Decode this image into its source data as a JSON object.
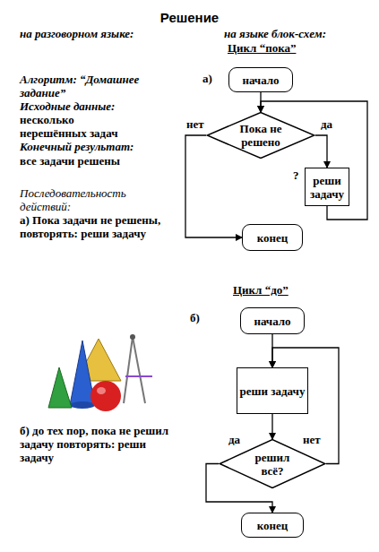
{
  "diagram": {
    "title": "Решение",
    "nodes": [
      {
        "text": [
          "начало"
        ]
      },
      {
        "text": [
          "Пока не решено"
        ]
      },
      {
        "text": [
          "реши задачу"
        ]
      },
      {
        "text": [
          "конец"
        ]
      },
      {
        "text": [
          "начало"
        ]
      },
      {
        "text": [
          "реши задачу"
        ]
      },
      {
        "text": [
          "решил всё?"
        ]
      },
      {
        "text": [
          "конец"
        ]
      }
    ],
    "edges": [
      {
        "from": 0,
        "to": 1,
        "arrow": "to"
      },
      {
        "from": 1,
        "to": 2,
        "label": "да",
        "arrow": "to"
      },
      {
        "from": 2,
        "to": 1,
        "arrow": "to"
      },
      {
        "from": 1,
        "to": 3,
        "label": "нет",
        "arrow": "to"
      },
      {
        "from": 4,
        "to": 5,
        "arrow": "to"
      },
      {
        "from": 5,
        "to": 6,
        "arrow": "to"
      },
      {
        "from": 6,
        "to": 5,
        "label": "нет",
        "arrow": "to"
      },
      {
        "from": 6,
        "to": 7,
        "label": "да",
        "arrow": "to"
      }
    ],
    "labels": [
      "на разговорном языке:",
      "на языке блок-схем:",
      "Цикл “пока”",
      "Алгоритм: “Домашнее задание”",
      "Исходные данные:",
      "несколько нерешённых задач",
      "Конечный результат:",
      "все задачи решены",
      "Последовательность действий:",
      "а) Пока задачи не решены, повторять: реши задачу",
      "а)",
      "?",
      "Цикл “до”",
      "б)",
      "б) до тех пор, пока не решил задачу повторять: реши задачу"
    ]
  }
}
